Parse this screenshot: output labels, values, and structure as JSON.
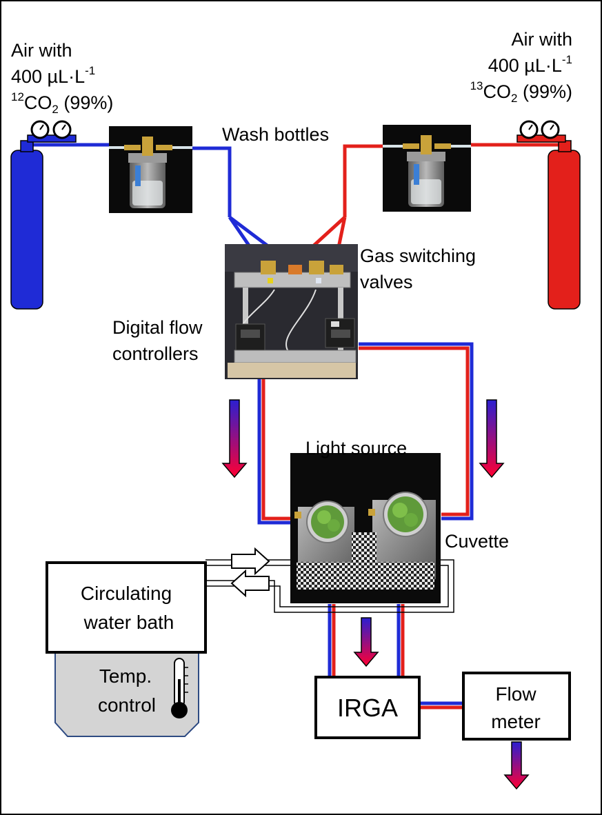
{
  "labels": {
    "air_left_line1": "Air with",
    "air_left_line2": "400 µL·L",
    "air_left_exp": "-1",
    "air_left_iso_sup": "12",
    "air_left_iso_main": "CO",
    "air_left_iso_sub": "2",
    "air_left_iso_tail": " (99%)",
    "air_right_line1": "Air with",
    "air_right_line2": "400 µL·L",
    "air_right_exp": "-1",
    "air_right_iso_sup": "13",
    "air_right_iso_main": "CO",
    "air_right_iso_sub": "2",
    "air_right_iso_tail": " (99%)",
    "wash_bottles": "Wash bottles",
    "gas_switching_1": "Gas switching",
    "gas_switching_2": "valves",
    "digital_flow_1": "Digital flow",
    "digital_flow_2": "controllers",
    "light_source": "Light source",
    "cuvette": "Cuvette",
    "circulating_1": "Circulating",
    "circulating_2": "water bath",
    "temp_1": "Temp.",
    "temp_2": "control",
    "irga": "IRGA",
    "flow_meter_1": "Flow",
    "flow_meter_2": "meter"
  },
  "colors": {
    "co2_12": "#1f2bd6",
    "co2_13": "#e3201b",
    "gradient_top": "#2b1fd0",
    "gradient_bottom": "#ff0033",
    "temp_fill": "#d4d4d4",
    "temp_border": "#2d4a82"
  }
}
